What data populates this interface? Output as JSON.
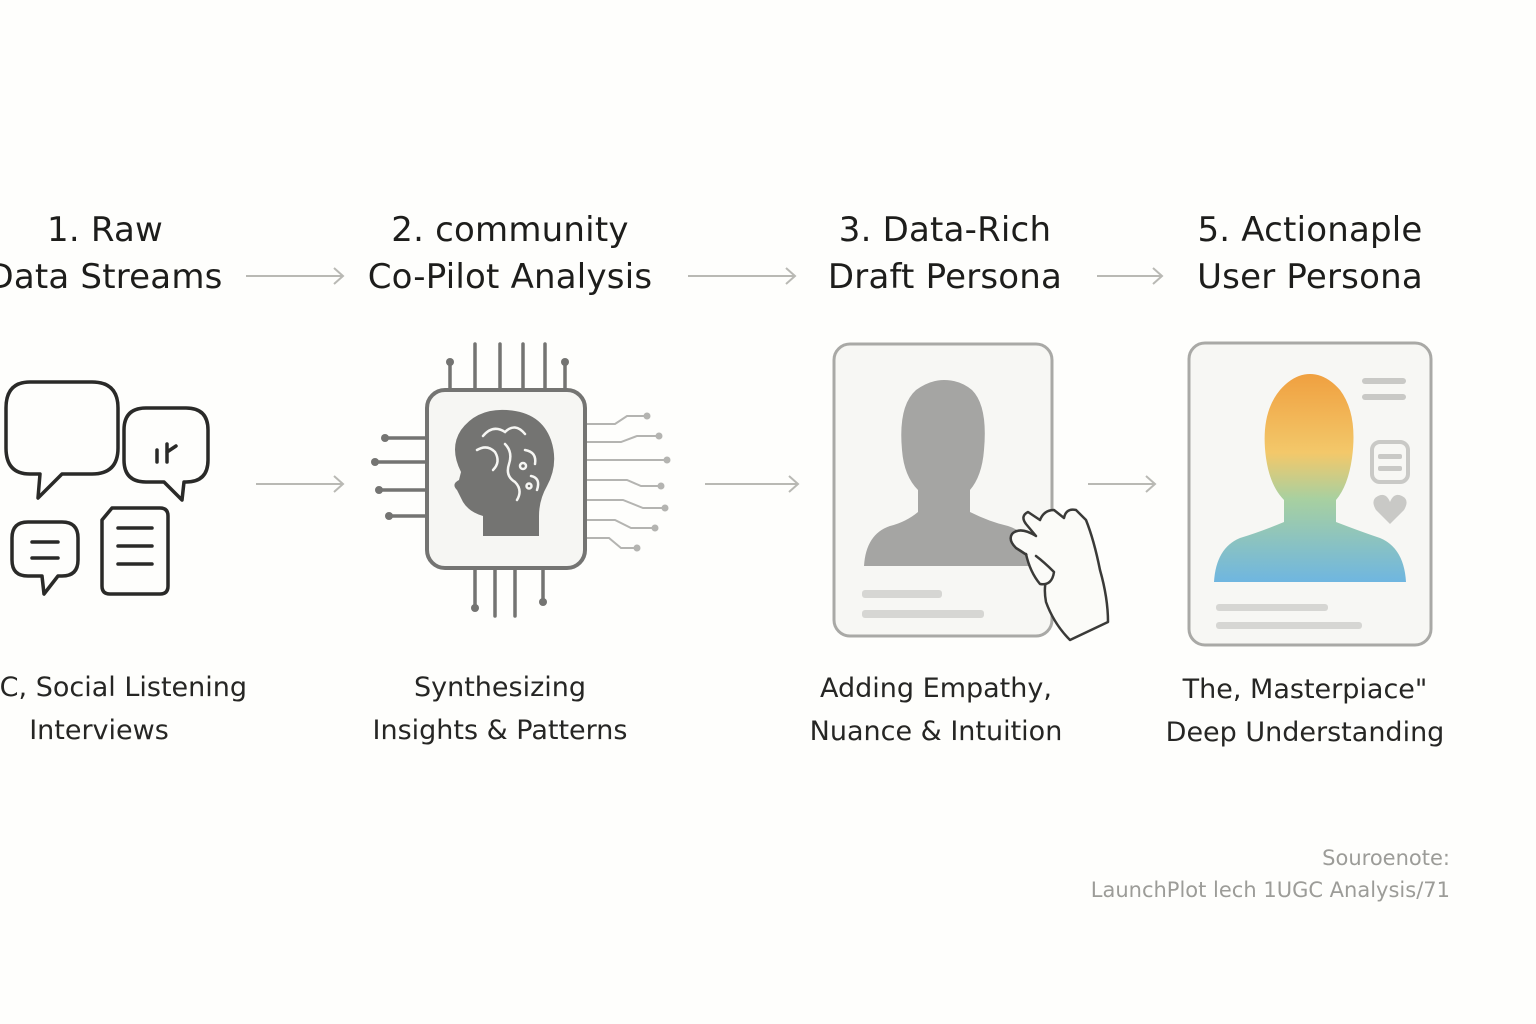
{
  "steps": [
    {
      "title_line1": "1. Raw",
      "title_line2": "Data Streams",
      "caption_line1": "UGC, Social Listening",
      "caption_line2": "Interviews",
      "icon": "chat-bubbles-icon"
    },
    {
      "title_line1": "2. community",
      "title_line2": "Co-Pilot Analysis",
      "caption_line1": "Synthesizing",
      "caption_line2": "Insights & Patterns",
      "icon": "ai-chip-brain-icon"
    },
    {
      "title_line1": "3. Data-Rich",
      "title_line2": "Draft Persona",
      "caption_line1": "Adding Empathy,",
      "caption_line2": "Nuance & Intuition",
      "icon": "draft-persona-card-icon"
    },
    {
      "title_line1": "5. Actionaple",
      "title_line2": "User Persona",
      "caption_line1": "The, Masterpiace\"",
      "caption_line2": "Deep Understanding",
      "icon": "user-persona-card-icon"
    }
  ],
  "footnote": {
    "line1": "Souroenote:",
    "line2": "LaunchPlot lech 1UGC Analysis/71"
  },
  "colors": {
    "arrow": "#b9b9b4",
    "icon_stroke": "#2a2a28",
    "chip_stroke": "#747472",
    "card_border": "#a9a9a6",
    "silhouette": "#a5a5a3",
    "gradient_top": "#f0a040",
    "gradient_mid": "#f3c86a",
    "gradient_bottom": "#6fb6e0"
  }
}
